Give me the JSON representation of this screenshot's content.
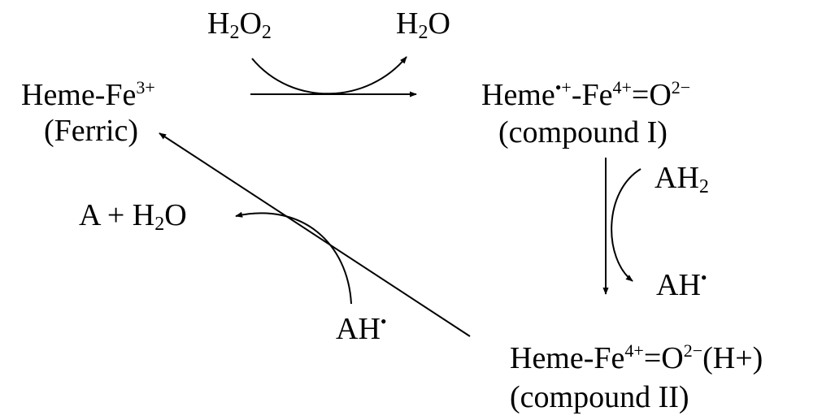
{
  "reagents": {
    "h2o2": {
      "base": "H",
      "sub1": "2",
      "mid": "O",
      "sub2": "2"
    },
    "h2o_product": {
      "base": "H",
      "sub": "2",
      "tail": "O"
    },
    "ah2": {
      "base": "AH",
      "sub": "2"
    },
    "ah_radical_right": {
      "base": "AH",
      "sup": "•"
    },
    "ah_radical_left": {
      "base": "AH",
      "sup": "•"
    },
    "a_plus_h2o": {
      "base": "A + H",
      "sub": "2",
      "tail": "O"
    }
  },
  "states": {
    "ferric": {
      "line1_base": "Heme-Fe",
      "line1_sup": "3+",
      "line2": "(Ferric)"
    },
    "compound1": {
      "base1": "Heme",
      "sup1": "•+",
      "base2": "-Fe",
      "sup2": "4+",
      "base3": "=O",
      "sup3": "2−",
      "line2": "(compound I)"
    },
    "compound2": {
      "base1": "Heme-Fe",
      "sup1": "4+",
      "base2": "=O",
      "sup2": "2−",
      "tail": "(H+)",
      "line2": "(compound II)"
    }
  },
  "colors": {
    "ink": "#000000",
    "background": "#ffffff"
  }
}
